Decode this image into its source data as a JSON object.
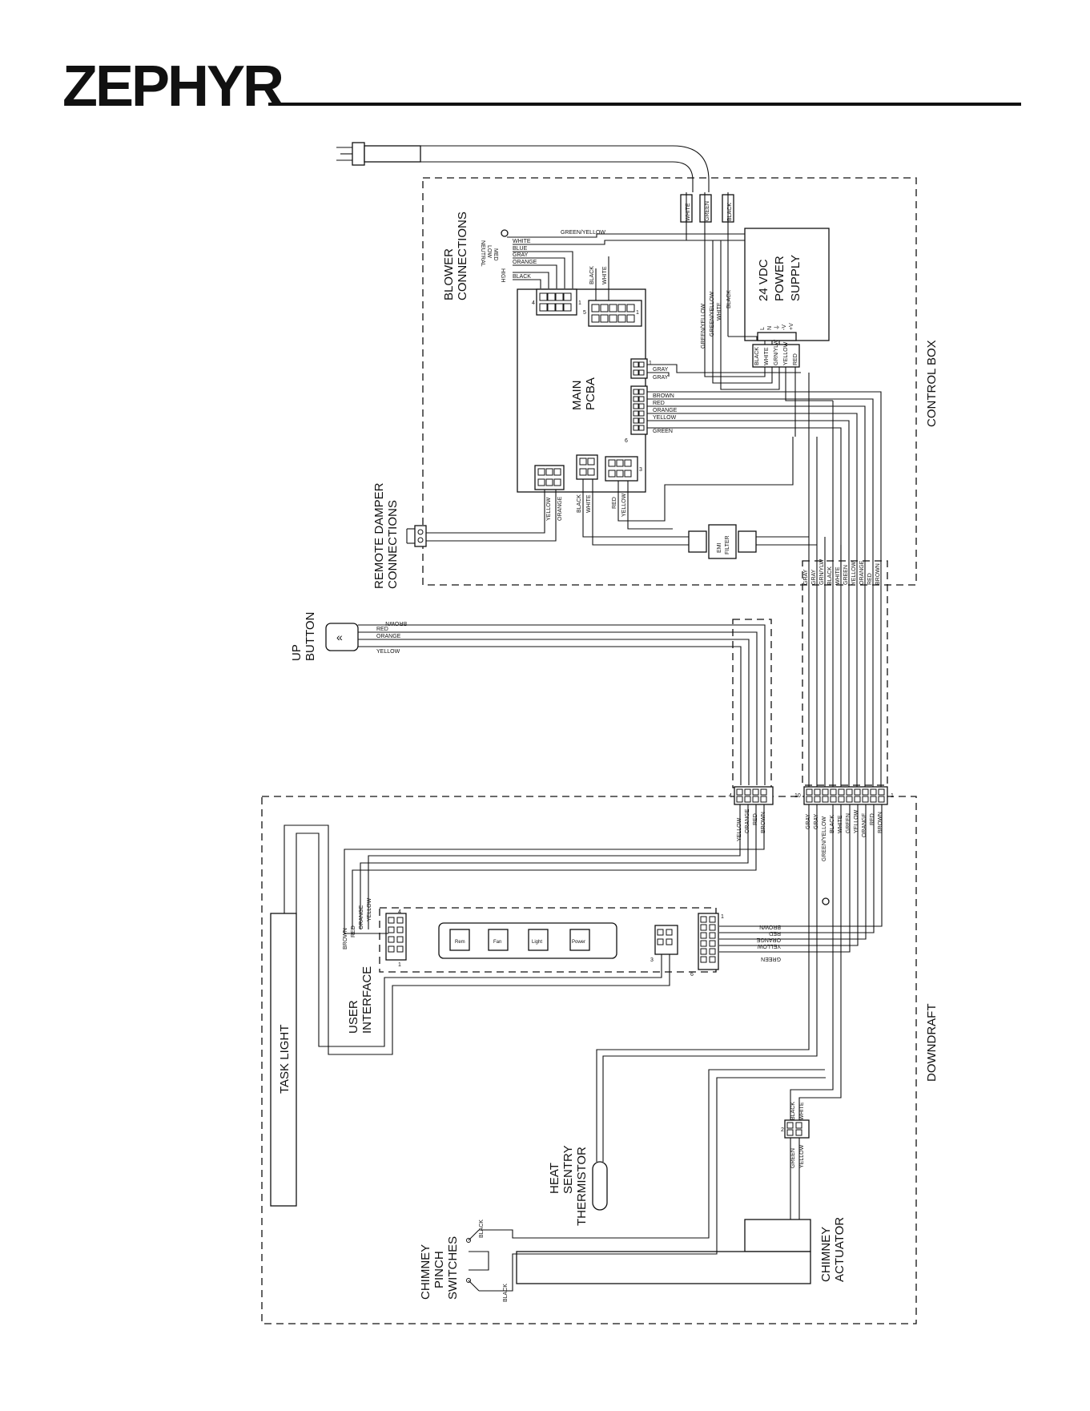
{
  "brand": "ZEPHYR",
  "sections": {
    "control_box": "CONTROL  BOX",
    "downdraft": "DOWNDRAFT"
  },
  "components": {
    "blower_connections": [
      "BLOWER",
      "CONNECTIONS"
    ],
    "main_pcba": [
      "MAIN",
      "PCBA"
    ],
    "power_supply": [
      "24  VDC",
      "POWER",
      "SUPPLY"
    ],
    "remote_damper": [
      "REMOTE  DAMPER",
      "CONNECTIONS"
    ],
    "emi_filter": [
      "EMI",
      "FILTER"
    ],
    "up_button": [
      "UP",
      "BUTTON"
    ],
    "user_interface": [
      "USER",
      "INTERFACE"
    ],
    "task_light": "TASK  LIGHT",
    "heat_sentry": [
      "HEAT",
      "SENTRY",
      "THERMISTOR"
    ],
    "chimney_pinch": [
      "CHIMNEY",
      "PINCH",
      "SWITCHES"
    ],
    "chimney_actuator": [
      "CHIMNEY",
      "ACTUATOR"
    ]
  },
  "ui_buttons": [
    "Rem",
    "Fan",
    "Light",
    "Power"
  ],
  "power_terminals": [
    "L",
    "N",
    "⏚",
    "-V",
    "+V"
  ],
  "wire_labels": {
    "power_cord": [
      "WHITE",
      "GREEN",
      "BLACK"
    ],
    "blower_left": [
      "NEUTRAL",
      "LOW",
      "MED",
      "HIGH"
    ],
    "blower_wires": [
      "GREEN/YELLOW",
      "WHITE",
      "BLUE",
      "GRAY",
      "ORANGE",
      "BLACK"
    ],
    "pcba_power": [
      "BLACK",
      "WHITE"
    ],
    "ps_input": [
      "GREEN/YELLOW",
      "GREEN/YELLOW",
      "WHITE",
      "BLACK"
    ],
    "ps_terminals": [
      "BLACK",
      "WHITE",
      "GRN/YLW",
      "YELLOW",
      "RED"
    ],
    "pcba_right": [
      "GRAY",
      "GRAY",
      "BROWN",
      "RED",
      "ORANGE",
      "YELLOW",
      "GREEN"
    ],
    "damper": [
      "YELLOW",
      "ORANGE"
    ],
    "pcba_bottom": [
      "BLACK",
      "WHITE",
      "RED",
      "YELLOW"
    ],
    "bundle": [
      "GRAY",
      "GRAY",
      "GRN/YLW",
      "BLACK",
      "WHITE",
      "GREEN",
      "YELLOW",
      "ORANGE",
      "RED",
      "BROWN"
    ],
    "up_button": [
      "BROWN",
      "RED",
      "ORANGE",
      "YELLOW"
    ],
    "conn4": [
      "YELLOW",
      "ORANGE",
      "RED",
      "BROWN"
    ],
    "conn10": [
      "GRAY",
      "GRAY",
      "GREEN/YELLOW",
      "BLACK",
      "WHITE",
      "GREEN",
      "YELLOW",
      "ORANGE",
      "RED",
      "BROWN"
    ],
    "ui_left": [
      "BROWN",
      "RED",
      "ORANGE",
      "YELLOW"
    ],
    "ui_right": [
      "BROWN",
      "RED",
      "ORANGE",
      "YELLOW",
      "GREEN"
    ],
    "actuator_top": [
      "BLACK",
      "WHITE"
    ],
    "actuator_bottom": [
      "GREEN",
      "YELLOW"
    ],
    "pinch": [
      "BLACK",
      "BLACK"
    ]
  },
  "pin_numbers": {
    "n1": "1",
    "n3": "3",
    "n4": "4",
    "n5": "5",
    "n6": "6",
    "n10": "10",
    "n2": "2"
  }
}
